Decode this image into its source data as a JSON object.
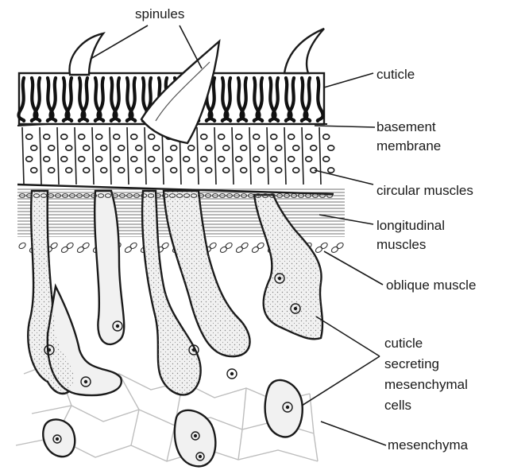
{
  "labels": {
    "spinules": "spinules",
    "cuticle": "cuticle",
    "basement_membrane": [
      "basement",
      "membrane"
    ],
    "circular_muscles": "circular muscles",
    "longitudinal_muscles": [
      "longitudinal",
      "muscles"
    ],
    "oblique_muscle": "oblique muscle",
    "cuticle_secreting_cells": [
      "cuticle",
      "secreting",
      "mesenchymal",
      "cells"
    ],
    "mesenchyma": "mesenchyma"
  },
  "colors": {
    "ink": "#1a1a1a",
    "cell_fill": "#f1f1f1",
    "background": "#ffffff"
  }
}
